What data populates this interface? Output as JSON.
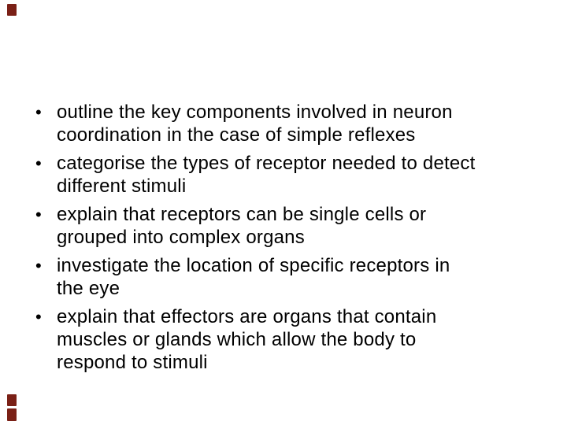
{
  "slide": {
    "background_color": "#ffffff",
    "text_color": "#000000",
    "accent_red": "#7a2016",
    "bullet_glyph": "•",
    "bullets": [
      {
        "text": "outline the key components involved in neuron\ncoordination in the case of simple reflexes"
      },
      {
        "text": "categorise the types of receptor needed to detect\ndifferent stimuli"
      },
      {
        "text": "explain that receptors can be single cells or\ngrouped into complex organs"
      },
      {
        "text": "investigate the location of specific receptors in\nthe eye"
      },
      {
        "text": "explain that effectors are organs that contain\nmuscles or glands which allow the body to\nrespond to stimuli"
      }
    ]
  }
}
